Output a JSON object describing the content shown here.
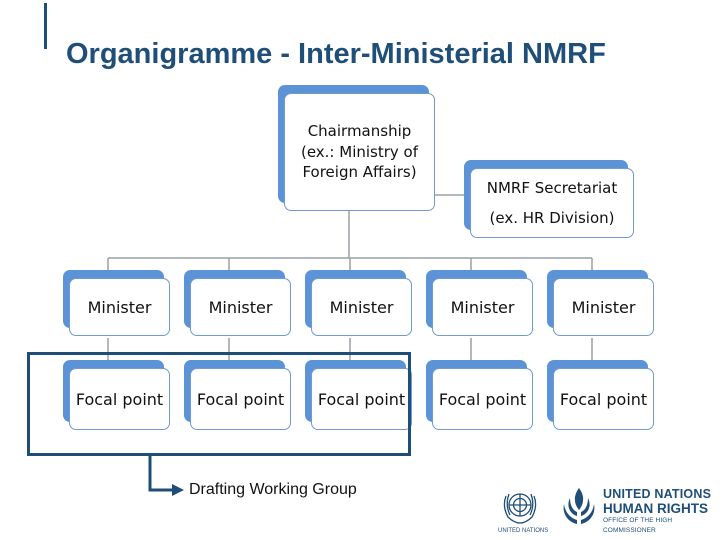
{
  "title": "Organigramme - Inter-Ministerial NMRF",
  "chairmanship": {
    "line1": "Chairmanship",
    "line2": "(ex.: Ministry of",
    "line3": "Foreign Affairs)"
  },
  "secretariat": {
    "line1": "NMRF Secretariat",
    "line2": "(ex. HR Division)"
  },
  "ministers": [
    "Minister",
    "Minister",
    "Minister",
    "Minister",
    "Minister"
  ],
  "focal_points": [
    "Focal point",
    "Focal point",
    "Focal point",
    "Focal point",
    "Focal point"
  ],
  "drafting_group": "Drafting Working Group",
  "logos": {
    "ohchr_line1": "UNITED NATIONS",
    "ohchr_line2": "HUMAN RIGHTS",
    "ohchr_line3": "OFFICE OF THE HIGH COMMISSIONER",
    "un_caption": "UNITED NATIONS"
  },
  "colors": {
    "title": "#1f4e79",
    "box_border": "#6f9ad2",
    "box_shadow": "#5b93d6",
    "frame": "#1f4e79",
    "connector": "#9aa0a6"
  }
}
